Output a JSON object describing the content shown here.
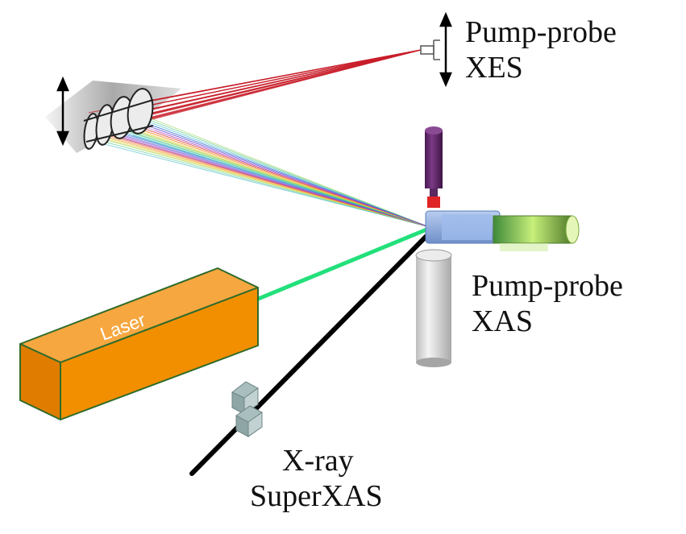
{
  "labels": {
    "xes": [
      "Pump-probe",
      "XES"
    ],
    "xas": [
      "Pump-probe",
      "XAS"
    ],
    "xray": [
      "X-ray",
      "SuperXAS"
    ],
    "laser": "Laser"
  },
  "colors": {
    "laser_box_top": "#f7a740",
    "laser_box_front": "#f28f00",
    "laser_box_side": "#e07d00",
    "laser_box_edge": "#2f6b2b",
    "laser_beam": "#22e07a",
    "xray_beam": "#000000",
    "xes_fan": "#c81e2a",
    "detector_tube": "#6a2a73",
    "detector_green": "#a8d860",
    "chamber_blue": "#8fb0e0",
    "cylinder": "#d8d8d8",
    "crystal": "#9fb4b4"
  }
}
